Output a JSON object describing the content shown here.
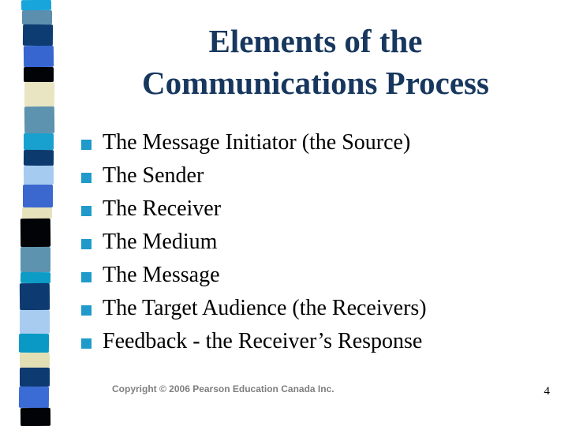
{
  "slide": {
    "title_lines": [
      "Elements of the",
      "Communications Process"
    ],
    "bullets": [
      "The Message Initiator (the Source)",
      "The Sender",
      "The Receiver",
      "The Medium",
      "The Message",
      "The Target Audience (the Receivers)",
      "Feedback - the Receiver’s Response"
    ],
    "footer": "Copyright © 2006 Pearson Education Canada Inc.",
    "page_number": "4"
  },
  "colors": {
    "background": "#FFFFFF",
    "title": "#17375E",
    "body_text": "#000000",
    "bullet_square": "#1F9ACA",
    "footer_text": "#7F7F7F"
  },
  "decorative_strip": {
    "blocks": [
      {
        "color": "#17A5DC",
        "h": 13
      },
      {
        "color": "#5C8FAD",
        "h": 18
      },
      {
        "color": "#0D3C72",
        "h": 27
      },
      {
        "color": "#3766D1",
        "h": 27
      },
      {
        "color": "#010307",
        "h": 19
      },
      {
        "color": "#E9E5C2",
        "h": 31
      },
      {
        "color": "#5D93AE",
        "h": 34
      },
      {
        "color": "#18A0CF",
        "h": 21
      },
      {
        "color": "#0C3A6E",
        "h": 20
      },
      {
        "color": "#A6CBF0",
        "h": 24
      },
      {
        "color": "#3A68CE",
        "h": 29
      },
      {
        "color": "#E5E2BC",
        "h": 14
      },
      {
        "color": "#010307",
        "h": 36
      },
      {
        "color": "#5D93AE",
        "h": 32
      },
      {
        "color": "#0C9CC6",
        "h": 14
      },
      {
        "color": "#0D3A70",
        "h": 34
      },
      {
        "color": "#A8CCF0",
        "h": 30
      },
      {
        "color": "#0999C4",
        "h": 24
      },
      {
        "color": "#E2DFB4",
        "h": 19
      },
      {
        "color": "#0D3A70",
        "h": 24
      },
      {
        "color": "#3B6BD5",
        "h": 27
      },
      {
        "color": "#010307",
        "h": 23
      }
    ]
  }
}
